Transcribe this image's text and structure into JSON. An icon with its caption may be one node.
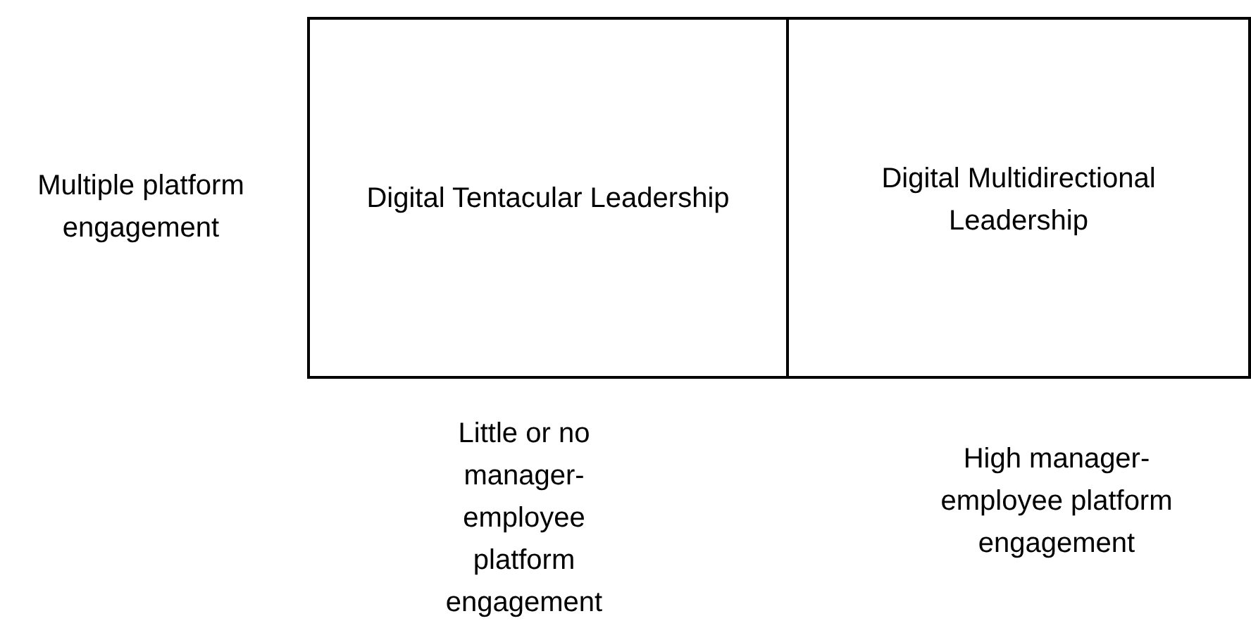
{
  "diagram": {
    "nodes": [
      {
        "text": [
          "Digital Tentacular Leadership"
        ]
      },
      {
        "text": [
          "Digital Multidirectional Leadership"
        ]
      }
    ],
    "labels": [
      "Multiple platform engagement",
      "Little or no manager-employee platform engagement",
      "High manager-employee platform engagement"
    ]
  }
}
